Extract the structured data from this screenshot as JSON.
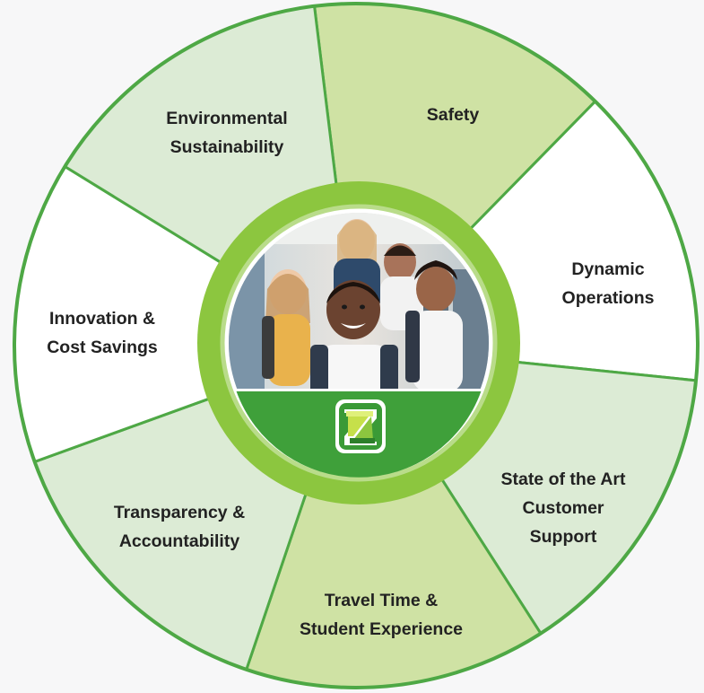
{
  "colors": {
    "outline": "#4ea845",
    "fill_light": "#dcebd5",
    "fill_lime": "#cfe2a4",
    "fill_white": "#ffffff",
    "hub_ring": "#8cc63f",
    "hub_inner_border": "#b9dc8a",
    "logo_band": "#3fa03a",
    "text": "#222222"
  },
  "segments": [
    {
      "id": "safety",
      "lines": [
        "Safety"
      ],
      "fill": "lime"
    },
    {
      "id": "dynamic-operations",
      "lines": [
        "Dynamic",
        "Operations"
      ],
      "fill": "white"
    },
    {
      "id": "customer-support",
      "lines": [
        "State of the Art",
        "Customer",
        "Support"
      ],
      "fill": "light"
    },
    {
      "id": "travel-time",
      "lines": [
        "Travel Time &",
        "Student Experience"
      ],
      "fill": "lime"
    },
    {
      "id": "transparency",
      "lines": [
        "Transparency &",
        "Accountability"
      ],
      "fill": "light"
    },
    {
      "id": "innovation",
      "lines": [
        "Innovation &",
        "Cost Savings"
      ],
      "fill": "white"
    },
    {
      "id": "environmental",
      "lines": [
        "Environmental",
        "Sustainability"
      ],
      "fill": "light"
    }
  ],
  "hub": {
    "photo_subject": "children-with-backpacks-photo",
    "logo_icon": "z-logo-icon"
  }
}
